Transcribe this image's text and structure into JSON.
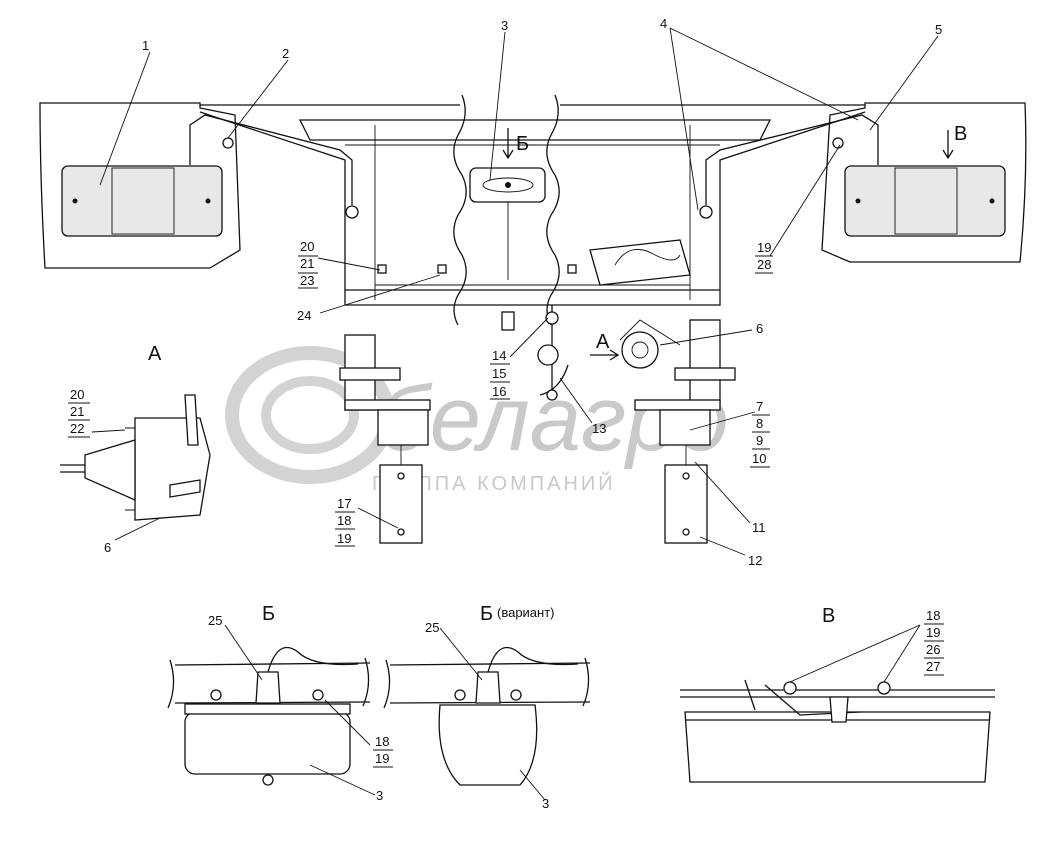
{
  "watermark": {
    "brand": "белагро",
    "tagline": "ГРУППА КОМПАНИЙ"
  },
  "views": {
    "A": "А",
    "B": "Б",
    "B_variant": "Б",
    "B_variant_note": "(вариант)",
    "V": "В"
  },
  "arrows": {
    "A": "А",
    "B": "Б",
    "V": "В"
  },
  "callouts": {
    "n1": "1",
    "n2": "2",
    "n3": "3",
    "n4": "4",
    "n5": "5",
    "n6": "6",
    "n13": "13",
    "n11": "11",
    "n12": "12",
    "n24": "24",
    "n6a": "6",
    "n25a": "25",
    "n25b": "25",
    "n3a": "3",
    "n3b": "3",
    "s20_21_23": [
      "20",
      "21",
      "23"
    ],
    "s19_28": [
      "19",
      "28"
    ],
    "s14_15_16": [
      "14",
      "15",
      "16"
    ],
    "s7_8_9_10": [
      "7",
      "8",
      "9",
      "10"
    ],
    "s17_18_19": [
      "17",
      "18",
      "19"
    ],
    "s20_21_22": [
      "20",
      "21",
      "22"
    ],
    "s18_19": [
      "18",
      "19"
    ],
    "s18_19_26_27": [
      "18",
      "19",
      "26",
      "27"
    ]
  }
}
